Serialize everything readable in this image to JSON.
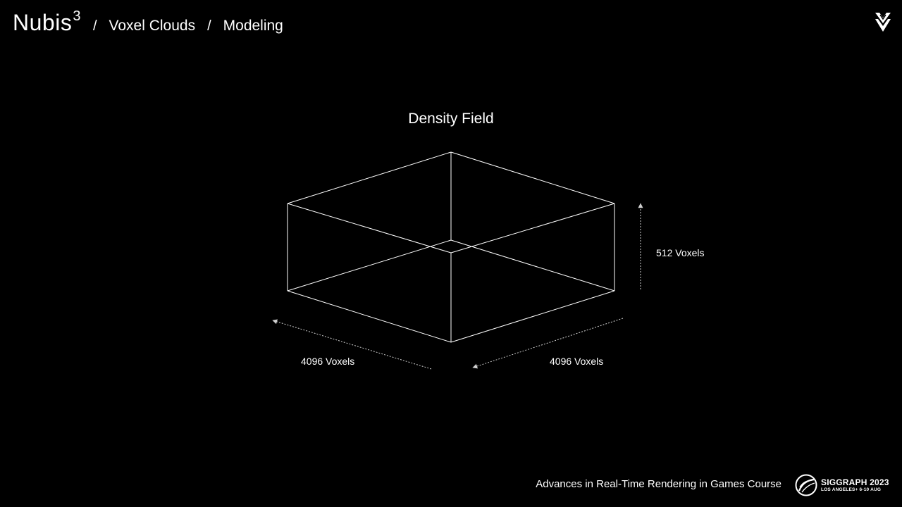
{
  "header": {
    "brand": "Nubis",
    "brand_superscript": "3",
    "separator": "/",
    "crumbs": [
      "Voxel Clouds",
      "Modeling"
    ]
  },
  "title": "Density Field",
  "dimensions": {
    "height_label": "512 Voxels",
    "left_label": "4096 Voxels",
    "right_label": "4096 Voxels"
  },
  "footer": {
    "course": "Advances in Real-Time Rendering in Games Course",
    "conference_name": "SIGGRAPH 2023",
    "conference_details": "LOS ANGELES+  6-10 AUG"
  },
  "icons": {
    "corner": "studio-logo-icon",
    "conference": "siggraph-logo-icon"
  },
  "colors": {
    "background": "#000000",
    "foreground": "#ffffff"
  }
}
